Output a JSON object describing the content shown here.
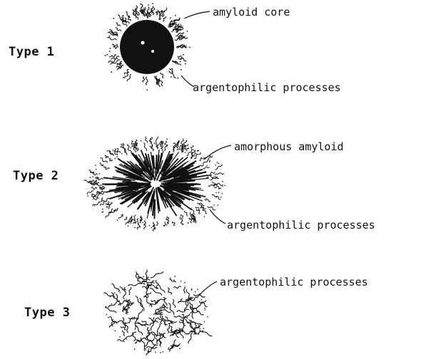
{
  "figure": {
    "types": [
      {
        "label": "Type 1",
        "annotations": [
          "amyloid core",
          "argentophilic processes"
        ]
      },
      {
        "label": "Type 2",
        "annotations": [
          "amorphous amyloid",
          "argentophilic processes"
        ]
      },
      {
        "label": "Type 3",
        "annotations": [
          "argentophilic processes"
        ]
      }
    ]
  },
  "colors": {
    "ink": "#111111",
    "paper": "#ffffff"
  }
}
